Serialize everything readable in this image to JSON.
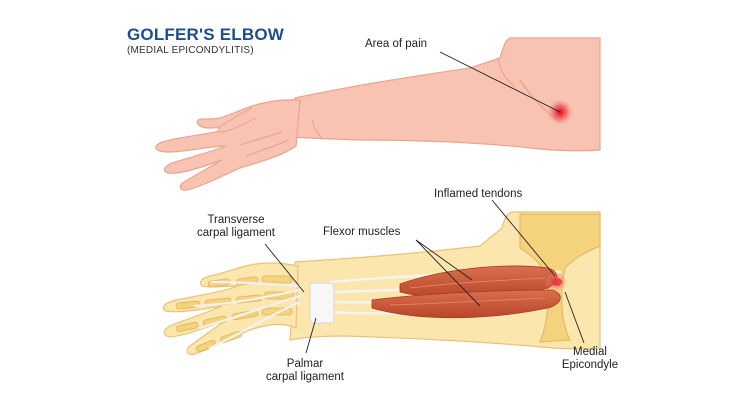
{
  "title": "GOLFER'S ELBOW",
  "subtitle": "(MEDIAL EPICONDYLITIS)",
  "labels": {
    "area_of_pain": "Area of pain",
    "inflamed_tendons": "Inflamed tendons",
    "transverse_line1": "Transverse",
    "transverse_line2": "carpal ligament",
    "flexor_muscles": "Flexor muscles",
    "palmar_line1": "Palmar",
    "palmar_line2": "carpal ligament",
    "medial_line1": "Medial",
    "medial_line2": "Epicondyle"
  },
  "colors": {
    "title": "#1f4e8c",
    "skin": "#f8c3b1",
    "skin_outline": "#e9a48f",
    "bone": "#f4d37c",
    "tissue": "#fbe6ae",
    "muscle": "#cd5634",
    "tendon": "#f2f2f2",
    "pain": "#e8202a"
  }
}
